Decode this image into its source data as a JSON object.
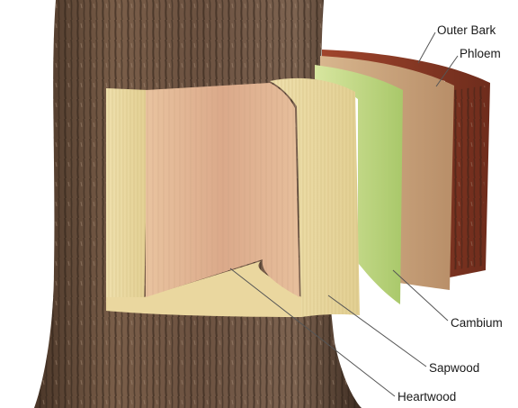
{
  "diagram": {
    "labels": {
      "outer_bark": "Outer Bark",
      "phloem": "Phloem",
      "cambium": "Cambium",
      "sapwood": "Sapwood",
      "heartwood": "Heartwood"
    },
    "colors": {
      "bark_dark": "#3a2a20",
      "bark_mid": "#6b5140",
      "bark_light": "#8c715c",
      "outer_bark_layer": "#8a3a26",
      "phloem_layer": "#c9a27e",
      "cambium_layer": "#b9d47a",
      "sapwood": "#e6d49a",
      "heartwood": "#dba98a",
      "leader_line": "#555555"
    }
  }
}
